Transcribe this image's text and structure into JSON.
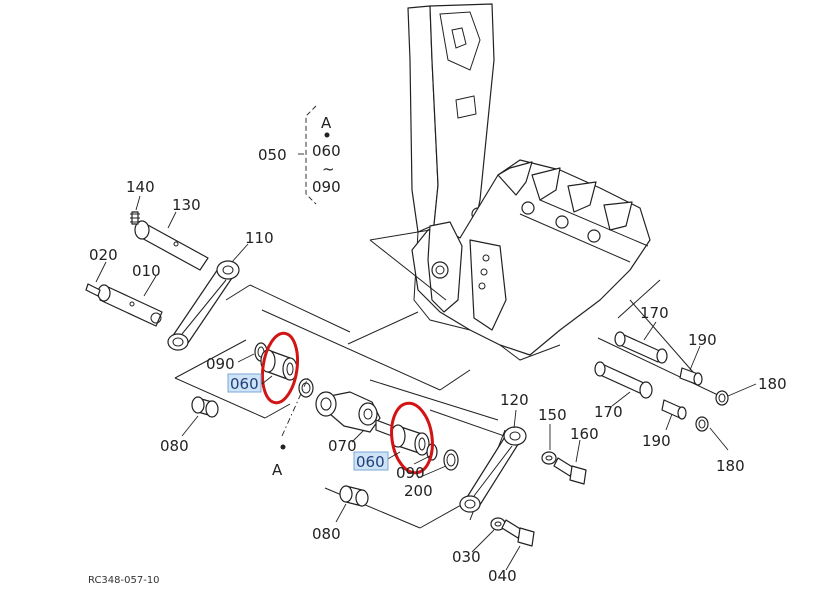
{
  "diagram": {
    "figure_code": "RC348-057-10",
    "callout_group": {
      "number": "050",
      "ref_letter": "A",
      "range_start": "060",
      "range_tilde": "~",
      "range_end": "090"
    },
    "ref_letter_bottom": "A",
    "highlight_color": "#cfe3f6",
    "circle_color": "#d21414",
    "labels": {
      "p140": "140",
      "p130": "130",
      "p110": "110",
      "p020": "020",
      "p010": "010",
      "p090_left": "090",
      "p060_left": "060",
      "p080_left": "080",
      "p070": "070",
      "p060_right": "060",
      "p090_right": "090",
      "p200": "200",
      "p080_bottom": "080",
      "p120": "120",
      "p150": "150",
      "p160": "160",
      "p170_top": "170",
      "p190_top": "190",
      "p180_top": "180",
      "p170_mid": "170",
      "p190_mid": "190",
      "p180_mid": "180",
      "p030": "030",
      "p040": "040"
    }
  }
}
